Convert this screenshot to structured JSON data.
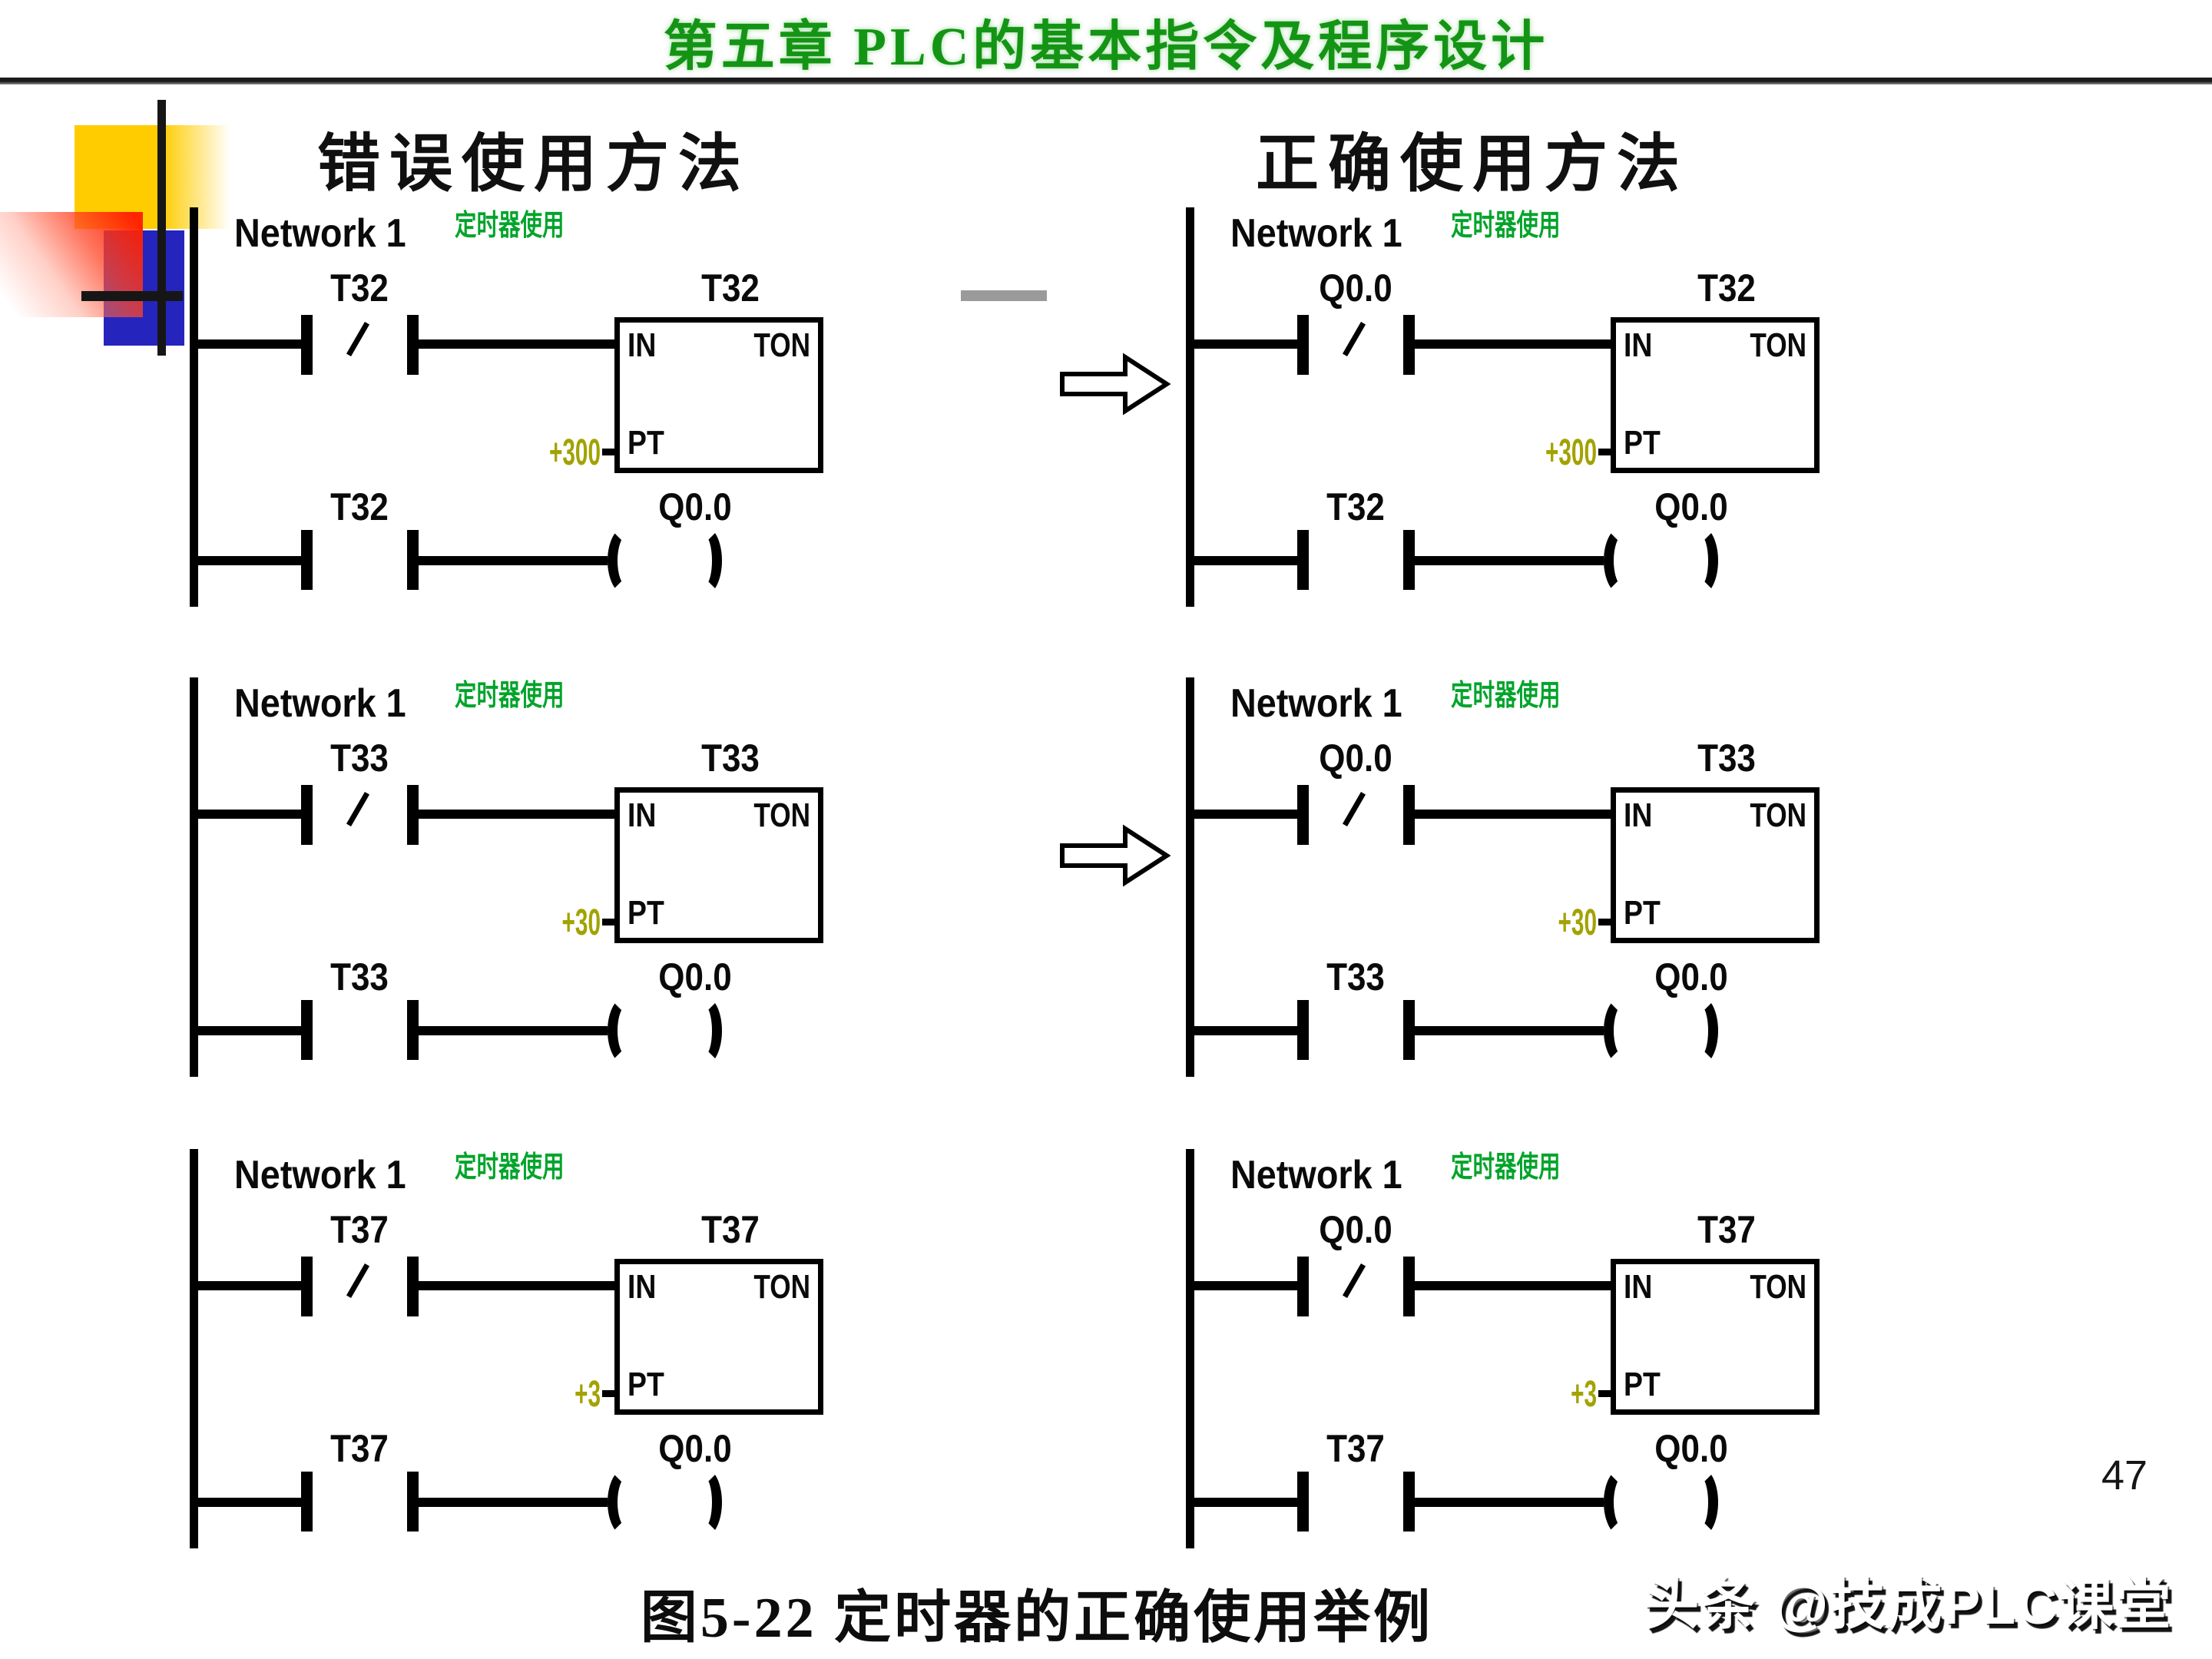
{
  "page": {
    "title": "第五章  PLC的基本指令及程序设计",
    "caption": "图5-22  定时器的正确使用举例",
    "page_number": "47",
    "watermark": "头条 @技成PLC课堂"
  },
  "headers": {
    "wrong": "错误使用方法",
    "correct": "正确使用方法"
  },
  "colors": {
    "title_green": "#149414",
    "comment_green": "#00A42A",
    "preset_olive": "#A2A200",
    "accent_yellow": "#FFCC00",
    "accent_red": "#FF2000",
    "accent_blue": "#2525BE"
  },
  "ladder_common": {
    "network_label": "Network 1",
    "comment": "定时器使用",
    "pin_in": "IN",
    "box_type": "TON",
    "pin_pt": "PT"
  },
  "diagrams": [
    {
      "column": "wrong",
      "row": 1,
      "contact1": "T32",
      "timer": "T32",
      "preset": "+300",
      "contact2": "T32",
      "coil": "Q0.0"
    },
    {
      "column": "correct",
      "row": 1,
      "contact1": "Q0.0",
      "timer": "T32",
      "preset": "+300",
      "contact2": "T32",
      "coil": "Q0.0"
    },
    {
      "column": "wrong",
      "row": 2,
      "contact1": "T33",
      "timer": "T33",
      "preset": "+30",
      "contact2": "T33",
      "coil": "Q0.0"
    },
    {
      "column": "correct",
      "row": 2,
      "contact1": "Q0.0",
      "timer": "T33",
      "preset": "+30",
      "contact2": "T33",
      "coil": "Q0.0"
    },
    {
      "column": "wrong",
      "row": 3,
      "contact1": "T37",
      "timer": "T37",
      "preset": "+3",
      "contact2": "T37",
      "coil": "Q0.0"
    },
    {
      "column": "correct",
      "row": 3,
      "contact1": "Q0.0",
      "timer": "T37",
      "preset": "+3",
      "contact2": "T37",
      "coil": "Q0.0"
    }
  ]
}
